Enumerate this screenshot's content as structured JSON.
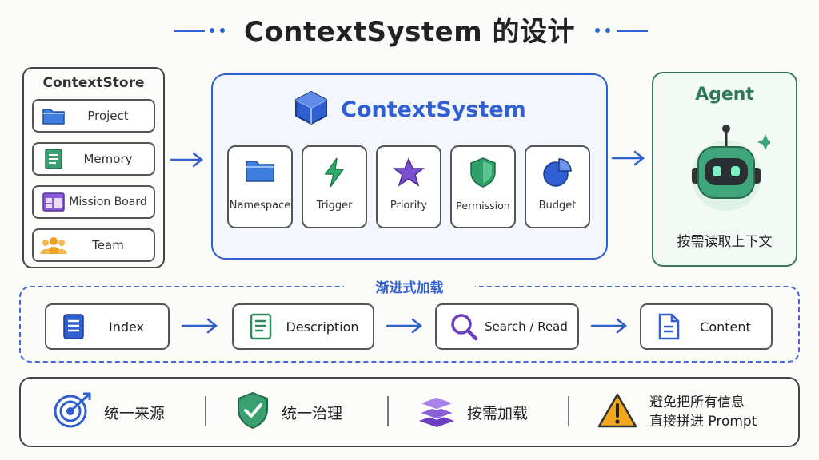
{
  "title": "ContextSystem 的设计",
  "context_store": {
    "title": "ContextStore",
    "items": [
      {
        "label": "Project",
        "icon": "folder-icon"
      },
      {
        "label": "Memory",
        "icon": "document-icon"
      },
      {
        "label": "Mission Board",
        "icon": "board-icon"
      },
      {
        "label": "Team",
        "icon": "team-icon"
      }
    ]
  },
  "context_system": {
    "title": "ContextSystem",
    "icon": "cube-icon",
    "cards": [
      {
        "label": "Namespace",
        "icon": "folder-icon"
      },
      {
        "label": "Trigger",
        "icon": "lightning-icon"
      },
      {
        "label": "Priority",
        "icon": "star-icon"
      },
      {
        "label": "Permission",
        "icon": "shield-icon"
      },
      {
        "label": "Budget",
        "icon": "pie-chart-icon"
      }
    ]
  },
  "agent": {
    "title": "Agent",
    "subtitle": "按需读取上下文",
    "icon": "robot-icon"
  },
  "progressive": {
    "title": "渐进式加载",
    "steps": [
      {
        "label": "Index",
        "icon": "list-doc-icon"
      },
      {
        "label": "Description",
        "icon": "text-doc-icon"
      },
      {
        "label": "Search / Read",
        "icon": "search-icon"
      },
      {
        "label": "Content",
        "icon": "file-icon"
      }
    ]
  },
  "principles": [
    {
      "label": "统一来源",
      "icon": "target-icon"
    },
    {
      "label": "统一治理",
      "icon": "shield-check-icon"
    },
    {
      "label": "按需加载",
      "icon": "layers-icon"
    },
    {
      "line1": "避免把所有信息",
      "line2": "直接拼进 Prompt",
      "icon": "warning-icon"
    }
  ],
  "colors": {
    "blue": "#2f5fd0",
    "green": "#2e7a58",
    "purple": "#7a4fd0",
    "orange": "#f0a020"
  }
}
